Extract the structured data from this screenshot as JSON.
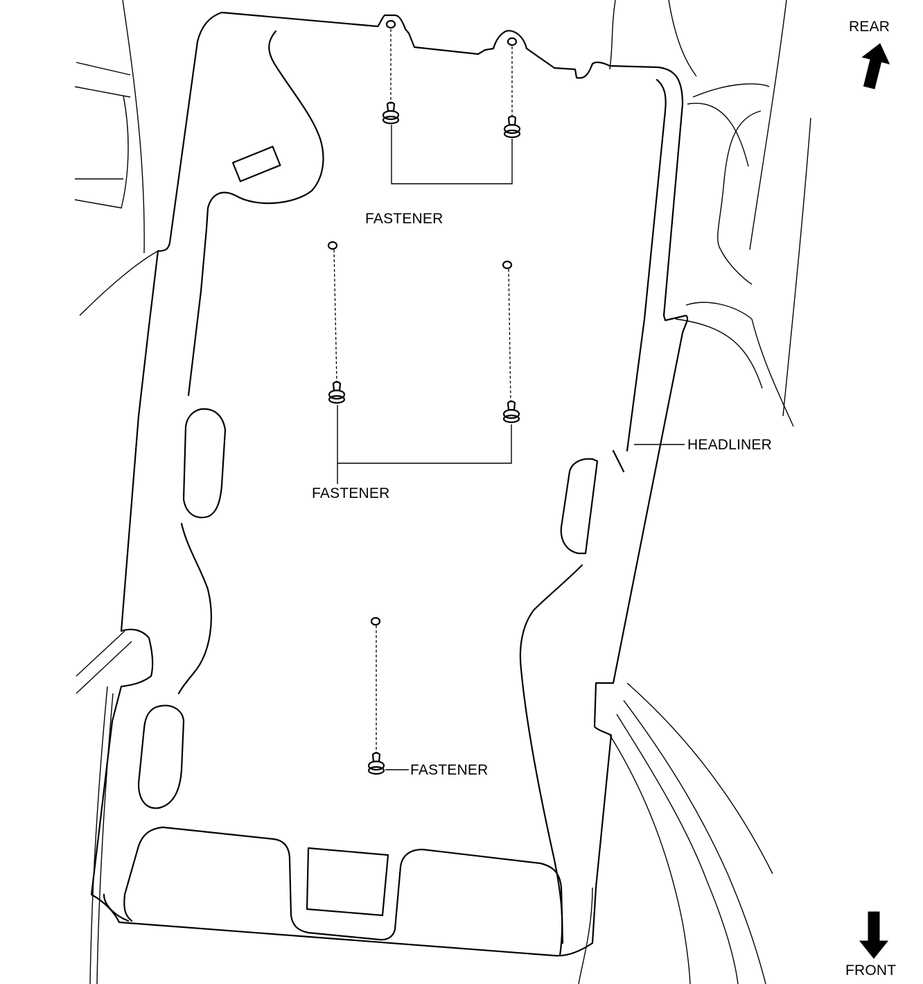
{
  "labels": {
    "rear": "REAR",
    "front": "FRONT",
    "headliner": "HEADLINER",
    "fastener_top": "FASTENER",
    "fastener_middle": "FASTENER",
    "fastener_bottom": "FASTENER"
  },
  "icons": {
    "rear_arrow": "arrow-up-icon",
    "front_arrow": "arrow-down-icon",
    "fastener": "push-clip-fastener-icon"
  },
  "colors": {
    "line": "#000000",
    "background": "#ffffff"
  }
}
